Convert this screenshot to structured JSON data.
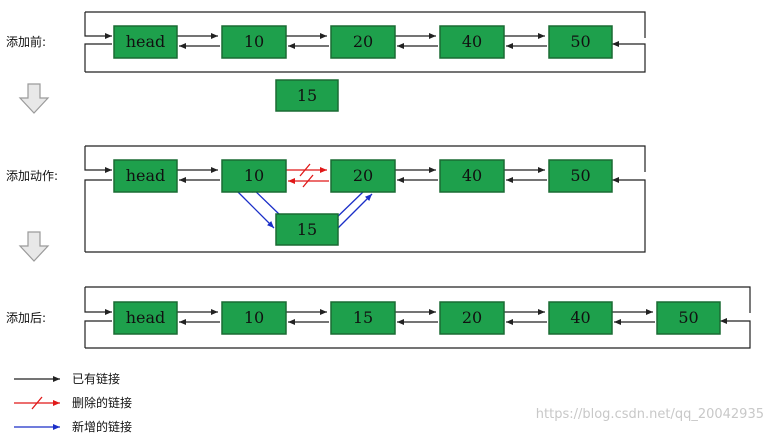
{
  "stages": {
    "before": {
      "label": "添加前:"
    },
    "action": {
      "label": "添加动作:"
    },
    "after": {
      "label": "添加后:"
    }
  },
  "nodes": {
    "head": "head",
    "n10": "10",
    "n15": "15",
    "n20": "20",
    "n40": "40",
    "n50": "50"
  },
  "legend": {
    "existing": "已有链接",
    "deleted": "删除的链接",
    "added": "新增的链接"
  },
  "watermark": "https://blog.csdn.net/qq_20042935",
  "colors": {
    "node_fill": "#1ea04c",
    "existing_link": "#222222",
    "deleted_link": "#e01818",
    "added_link": "#1b2fc8"
  }
}
